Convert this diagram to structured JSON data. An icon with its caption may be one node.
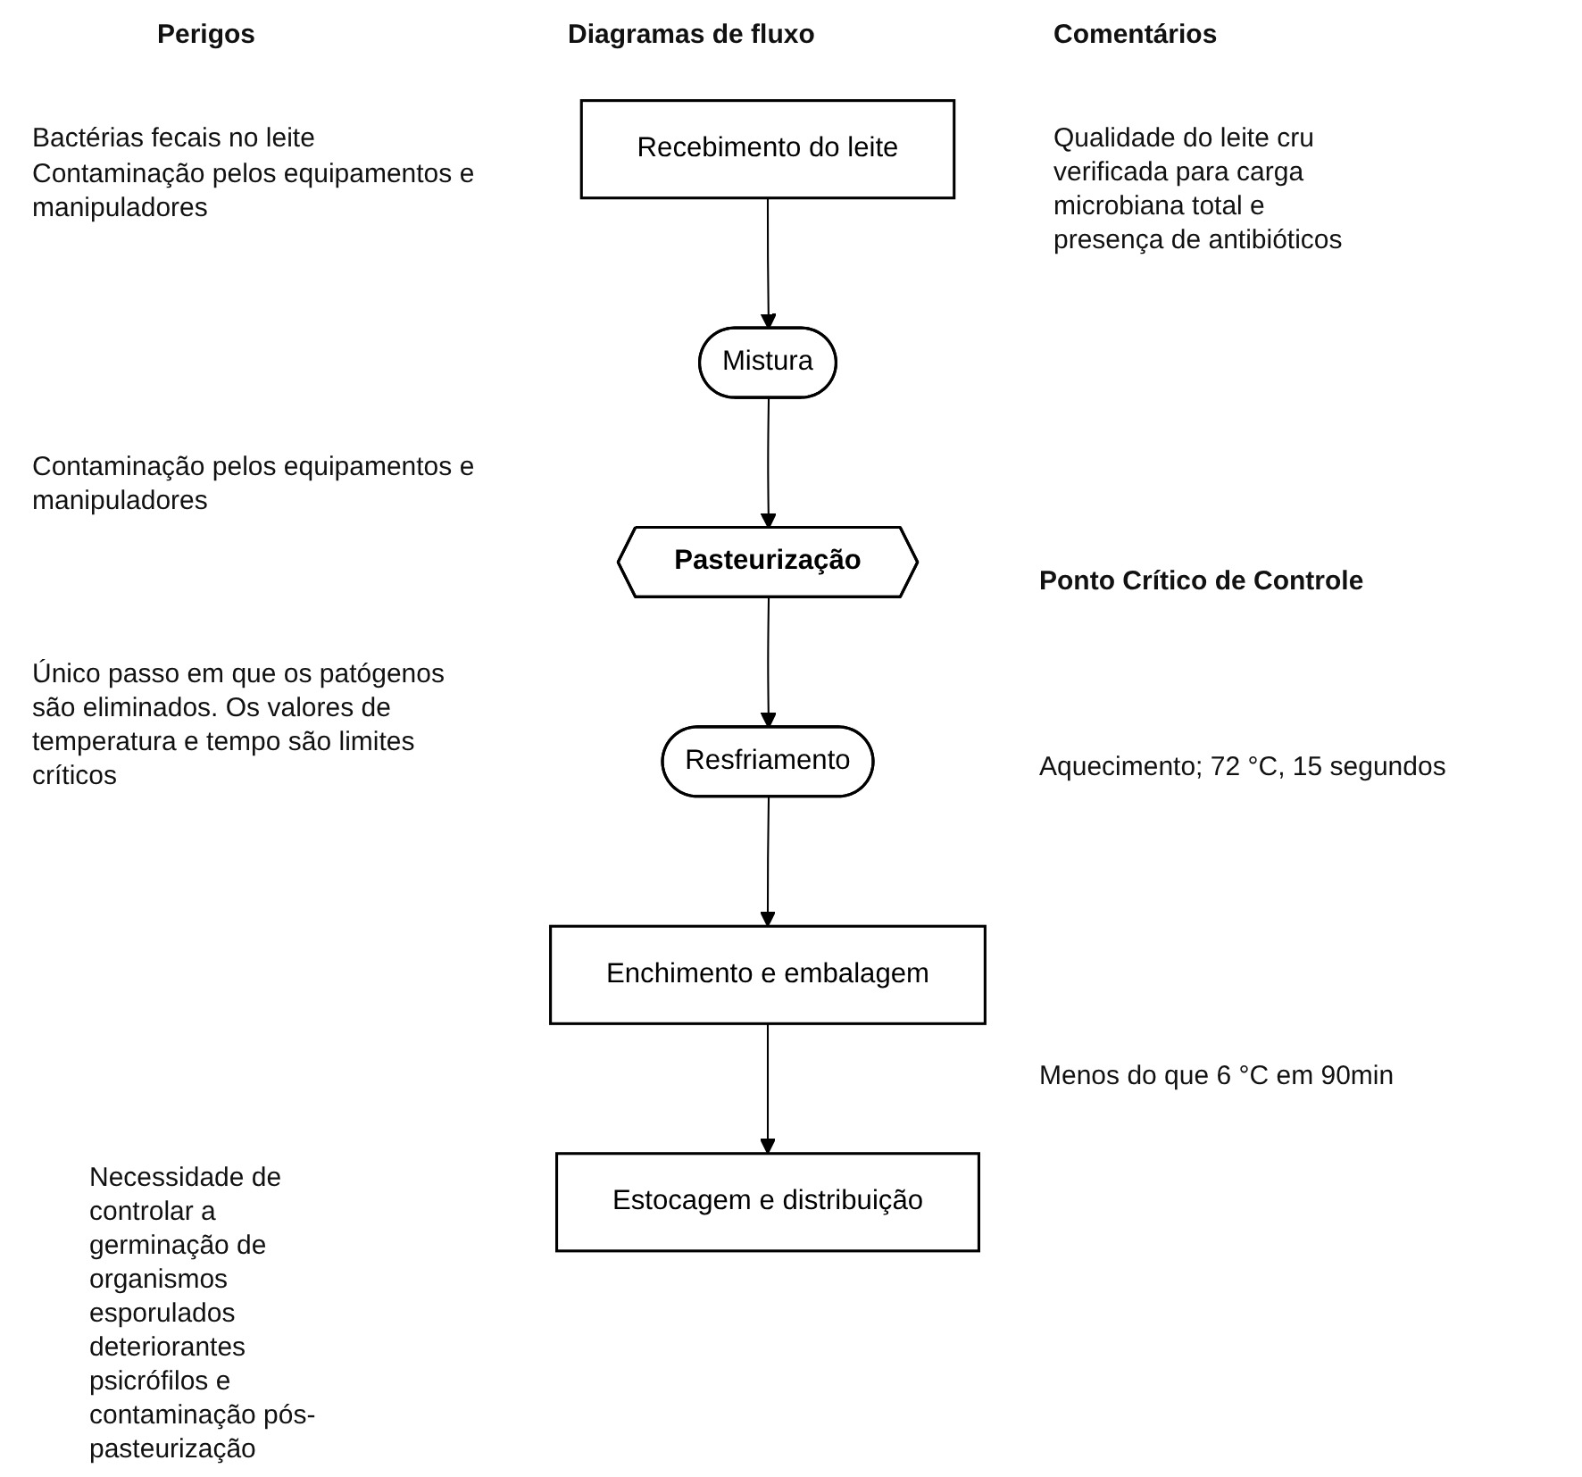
{
  "diagram": {
    "nodes": [
      {
        "text": [
          "Recebimento do leite"
        ]
      },
      {
        "text": [
          "Mistura"
        ]
      },
      {
        "text": [
          "Pasteurização"
        ]
      },
      {
        "text": [
          "Resfriamento"
        ]
      },
      {
        "text": [
          "Enchimento e embalagem"
        ]
      },
      {
        "text": [
          "Estocagem e distribuição"
        ]
      }
    ],
    "edges": [
      {
        "from": 0,
        "to": 1,
        "arrow": "to"
      },
      {
        "from": 1,
        "to": 2,
        "arrow": "to"
      },
      {
        "from": 2,
        "to": 3,
        "arrow": "to"
      },
      {
        "from": 3,
        "to": 4,
        "arrow": "to"
      },
      {
        "from": 4,
        "to": 5,
        "arrow": "to"
      }
    ],
    "labels": [
      "Perigos",
      "Diagramas de fluxo",
      "Comentários",
      "Bactérias fecais no leite",
      "Contaminação pelos equipamentos e manipuladores",
      "Qualidade do leite cru verificada para carga microbiana total e presença de antibióticos",
      "Contaminação pelos equipamentos e manipuladores",
      "Ponto Crítico de Controle",
      "Único passo em que os patógenos são eliminados. Os valores de temperatura e tempo são limites críticos",
      "Aquecimento; 72 °C, 15 segundos",
      "Menos do que 6 °C em 90min",
      "Necessidade de controlar a germinação de organismos esporulados deteriorantes psicrófilos e contaminação pós-pasteurização"
    ]
  }
}
